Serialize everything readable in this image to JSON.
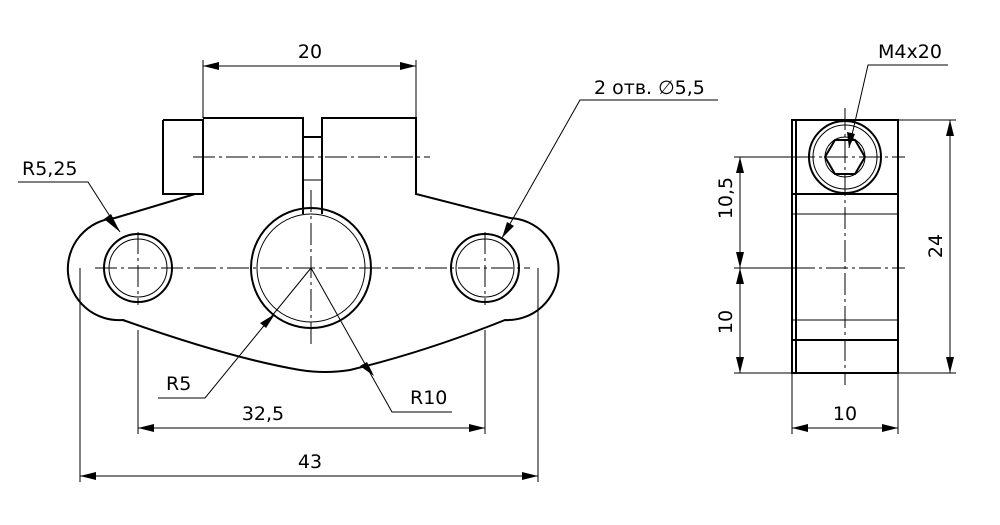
{
  "front_view": {
    "dim_top": "20",
    "dim_hole_spacing": "32,5",
    "dim_overall_width": "43",
    "label_end_radius": "R5,25",
    "label_holes": "2 отв. ∅5,5",
    "label_inner_radius": "R5",
    "label_outer_radius": "R10"
  },
  "side_view": {
    "label_screw": "M4x20",
    "dim_screw_offset": "10,5",
    "dim_lower": "10",
    "dim_height": "24",
    "dim_width": "10"
  }
}
